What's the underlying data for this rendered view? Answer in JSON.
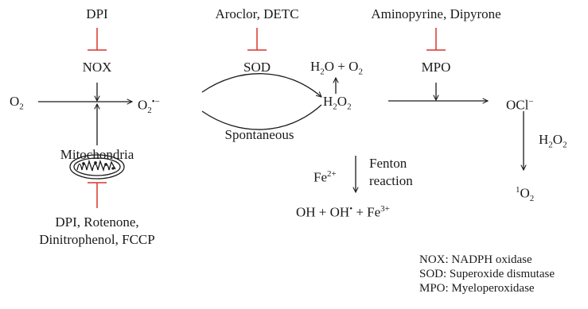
{
  "inhibitors": {
    "nox": "DPI",
    "sod": "Aroclor, DETC",
    "mpo": "Aminopyrine, Dipyrone",
    "mito_line1": "DPI, Rotenone,",
    "mito_line2": "Dinitrophenol, FCCP"
  },
  "enzymes": {
    "nox": "NOX",
    "sod": "SOD",
    "mpo": "MPO",
    "mitochondria": "Mitochondria"
  },
  "species": {
    "o2": "O",
    "o2_sub": "2",
    "superoxide": "O",
    "superoxide_sub": "2",
    "superoxide_sup": "•−",
    "water": "H",
    "water_sub": "2",
    "water_rest": "O + O",
    "water_sub2": "2",
    "h2o2_h": "H",
    "h2o2_sub1": "2",
    "h2o2_o": "O",
    "h2o2_sub2": "2",
    "hypochlorite": "OCl",
    "hypochlorite_sup": "−",
    "iron2": "Fe",
    "iron2_sup": "2+",
    "hydroxyl": "OH + OH",
    "hydroxyl_sup": "•",
    "hydroxyl_fe": " + Fe",
    "hydroxyl_fe_sup": "3+",
    "singlet_sup": "1",
    "singlet": "O",
    "singlet_sub": "2",
    "h2o2_side_h": "H",
    "h2o2_side_sub1": "2",
    "h2o2_side_o": "O",
    "h2o2_side_sub2": "2"
  },
  "labels": {
    "spontaneous": "Spontaneous",
    "fenton1": "Fenton",
    "fenton2": "reaction"
  },
  "legend": [
    "NOX: NADPH oxidase",
    "SOD: Superoxide dismutase",
    "MPO: Myeloperoxidase"
  ],
  "colors": {
    "inhibition": "#d9352b",
    "arrow": "#1a1a1a"
  }
}
